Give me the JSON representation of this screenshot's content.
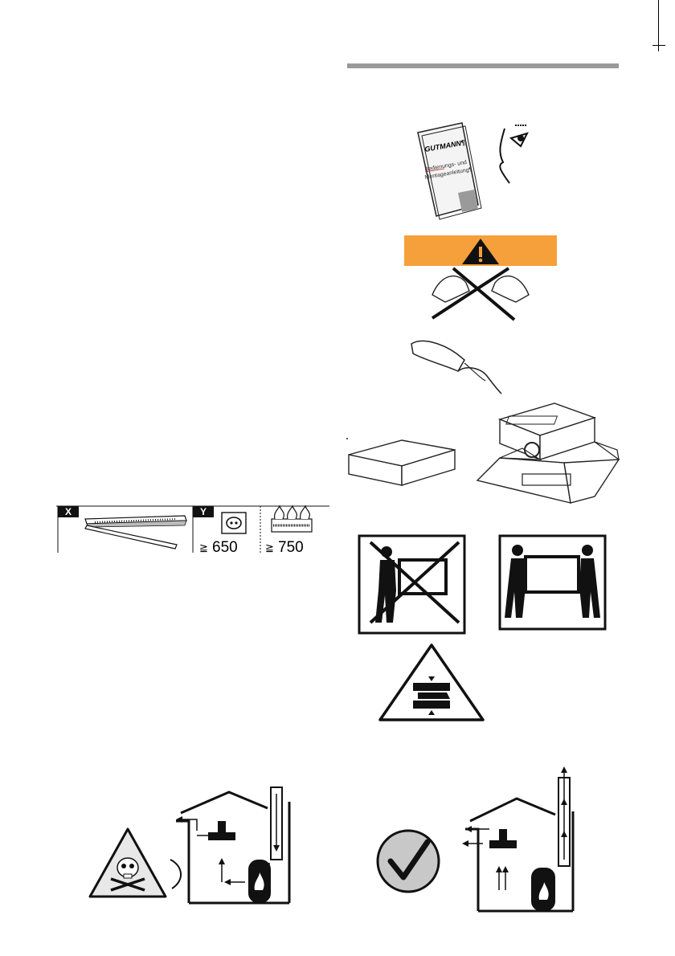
{
  "manual": {
    "brand": "GUTMANN¶",
    "title_line1": "Bedienungs- und",
    "title_line2": "Montageanleitung¶"
  },
  "clearance": {
    "x_label": "X",
    "y_label": "Y",
    "symbol": "≧",
    "electric_min": "650",
    "gas_min": "750"
  },
  "colors": {
    "warning_banner": "#f5a03a",
    "rule_gray": "#999999",
    "check_circle": "#c8c8c8"
  },
  "icons": [
    "manual-icon",
    "read-eye-icon",
    "warning-triangle-icon",
    "hands-crossed-icon",
    "gloves-icon",
    "box-closed-icon",
    "box-open-icon",
    "no-single-carry-icon",
    "two-person-carry-icon",
    "crush-hazard-icon",
    "skull-warning-icon",
    "house-bad-ventilation-icon",
    "checkmark-icon",
    "house-good-ventilation-icon"
  ]
}
